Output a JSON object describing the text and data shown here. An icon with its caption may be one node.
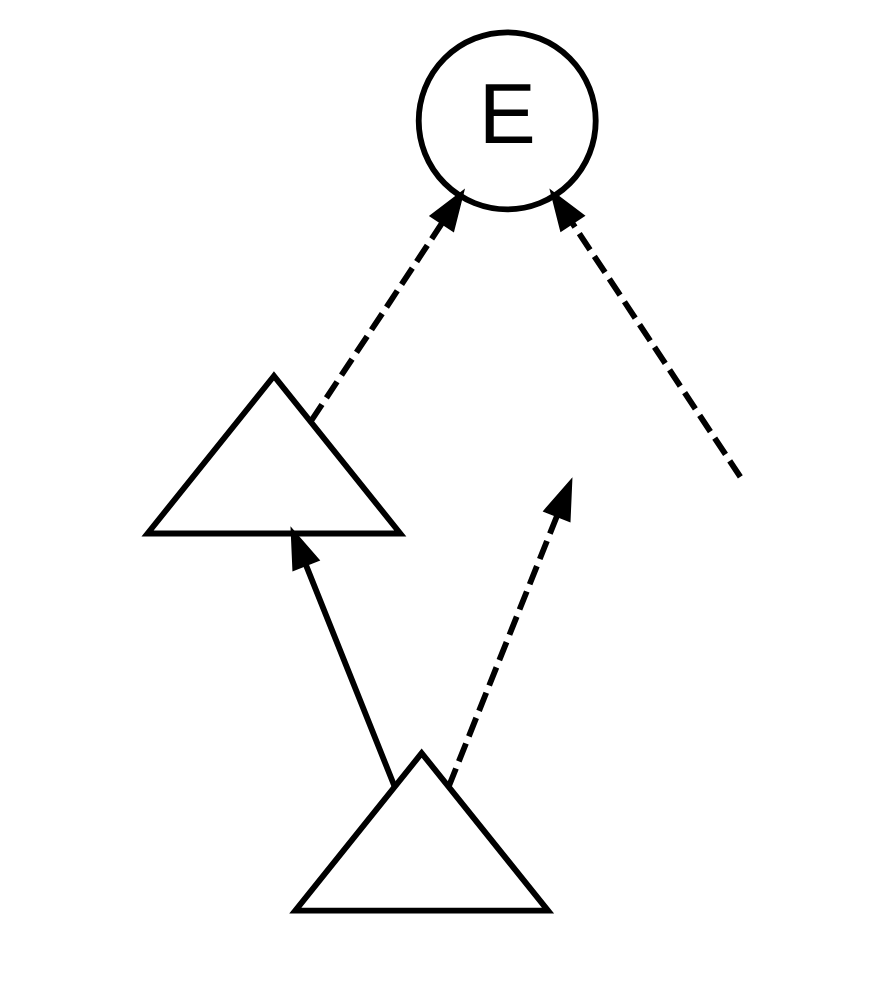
{
  "diagram": {
    "nodes": [
      {
        "text": [
          "E"
        ]
      },
      {
        "text": [],
        "shape": "triangle"
      },
      {
        "text": [],
        "shape": "triangle"
      }
    ],
    "edges": [
      {
        "from": 2,
        "to": 1,
        "arrow": "to"
      },
      {
        "from": 2,
        "to": null,
        "arrow": "to",
        "style": "dashed"
      },
      {
        "from": null,
        "to": 0,
        "arrow": "to",
        "style": "dashed"
      },
      {
        "from": 1,
        "to": 0,
        "arrow": "to",
        "style": "dashed"
      }
    ]
  }
}
